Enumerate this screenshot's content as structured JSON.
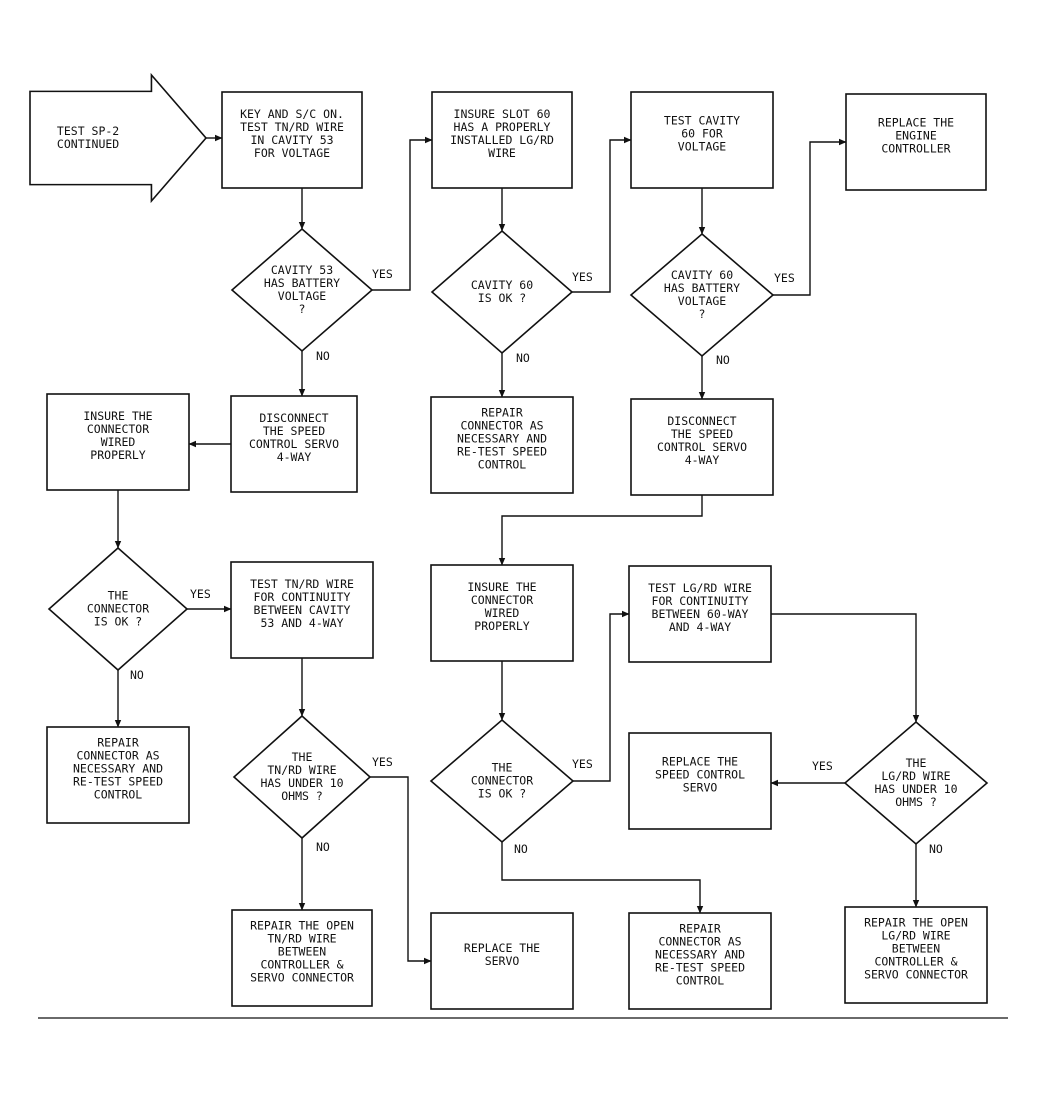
{
  "nodes": {
    "start": {
      "kind": "arrow",
      "text": [
        "TEST SP-2",
        "CONTINUED"
      ]
    },
    "n1": {
      "kind": "process",
      "text": [
        "KEY AND S/C ON.",
        "TEST TN/RD WIRE",
        "IN CAVITY 53",
        "FOR VOLTAGE"
      ]
    },
    "d1": {
      "kind": "decision",
      "text": [
        "CAVITY 53",
        "HAS BATTERY",
        "VOLTAGE",
        "?"
      ]
    },
    "n2": {
      "kind": "process",
      "text": [
        "INSURE SLOT 60",
        "HAS A PROPERLY",
        "INSTALLED LG/RD",
        "WIRE"
      ]
    },
    "d2": {
      "kind": "decision",
      "text": [
        "CAVITY 60",
        "IS OK ?"
      ]
    },
    "n3": {
      "kind": "process",
      "text": [
        "TEST CAVITY",
        "60 FOR",
        "VOLTAGE"
      ]
    },
    "d3": {
      "kind": "decision",
      "text": [
        "CAVITY 60",
        "HAS BATTERY",
        "VOLTAGE",
        "?"
      ]
    },
    "n4": {
      "kind": "process",
      "text": [
        "REPLACE THE",
        "ENGINE",
        "CONTROLLER"
      ]
    },
    "n5": {
      "kind": "process",
      "text": [
        "DISCONNECT",
        "THE SPEED",
        "CONTROL SERVO",
        "4-WAY"
      ]
    },
    "n6": {
      "kind": "process",
      "text": [
        "INSURE THE",
        "CONNECTOR",
        "WIRED",
        "PROPERLY"
      ]
    },
    "n7": {
      "kind": "process",
      "text": [
        "REPAIR",
        "CONNECTOR AS",
        "NECESSARY AND",
        "RE-TEST SPEED",
        "CONTROL"
      ]
    },
    "n8": {
      "kind": "process",
      "text": [
        "DISCONNECT",
        "THE SPEED",
        "CONTROL SERVO",
        "4-WAY"
      ]
    },
    "d4": {
      "kind": "decision",
      "text": [
        "THE",
        "CONNECTOR",
        "IS OK ?"
      ]
    },
    "n9": {
      "kind": "process",
      "text": [
        "TEST TN/RD WIRE",
        "FOR CONTINUITY",
        "BETWEEN CAVITY",
        "53 AND 4-WAY"
      ]
    },
    "n10": {
      "kind": "process",
      "text": [
        "REPAIR",
        "CONNECTOR AS",
        "NECESSARY AND",
        "RE-TEST SPEED",
        "CONTROL"
      ]
    },
    "d5": {
      "kind": "decision",
      "text": [
        "THE",
        "TN/RD WIRE",
        "HAS UNDER 10",
        "OHMS ?"
      ]
    },
    "n11": {
      "kind": "process",
      "text": [
        "REPAIR THE OPEN",
        "TN/RD WIRE",
        "BETWEEN",
        "CONTROLLER &",
        "SERVO CONNECTOR"
      ]
    },
    "n12": {
      "kind": "process",
      "text": [
        "REPLACE THE",
        "SERVO"
      ]
    },
    "n13": {
      "kind": "process",
      "text": [
        "INSURE THE",
        "CONNECTOR",
        "WIRED",
        "PROPERLY"
      ]
    },
    "d6": {
      "kind": "decision",
      "text": [
        "THE",
        "CONNECTOR",
        "IS OK ?"
      ]
    },
    "n14": {
      "kind": "process",
      "text": [
        "TEST LG/RD WIRE",
        "FOR CONTINUITY",
        "BETWEEN 60-WAY",
        "AND 4-WAY"
      ]
    },
    "n15": {
      "kind": "process",
      "text": [
        "REPLACE THE",
        "SPEED CONTROL",
        "SERVO"
      ]
    },
    "d7": {
      "kind": "decision",
      "text": [
        "THE",
        "LG/RD WIRE",
        "HAS UNDER 10",
        "OHMS ?"
      ]
    },
    "n16": {
      "kind": "process",
      "text": [
        "REPAIR",
        "CONNECTOR AS",
        "NECESSARY AND",
        "RE-TEST SPEED",
        "CONTROL"
      ]
    },
    "n17": {
      "kind": "process",
      "text": [
        "REPAIR THE OPEN",
        "LG/RD WIRE",
        "BETWEEN",
        "CONTROLLER &",
        "SERVO CONNECTOR"
      ]
    }
  },
  "edges": [
    {
      "id": "e-start-n1",
      "from": "start",
      "to": "n1",
      "label": ""
    },
    {
      "id": "e-n1-d1",
      "from": "n1",
      "to": "d1",
      "label": ""
    },
    {
      "id": "e-d1-n2",
      "from": "d1",
      "to": "n2",
      "label": "YES"
    },
    {
      "id": "e-d1-n5",
      "from": "d1",
      "to": "n5",
      "label": "NO"
    },
    {
      "id": "e-n2-d2",
      "from": "n2",
      "to": "d2",
      "label": ""
    },
    {
      "id": "e-d2-n3",
      "from": "d2",
      "to": "n3",
      "label": "YES"
    },
    {
      "id": "e-d2-n7",
      "from": "d2",
      "to": "n7",
      "label": "NO"
    },
    {
      "id": "e-n3-d3",
      "from": "n3",
      "to": "d3",
      "label": ""
    },
    {
      "id": "e-d3-n4",
      "from": "d3",
      "to": "n4",
      "label": "YES"
    },
    {
      "id": "e-d3-n8",
      "from": "d3",
      "to": "n8",
      "label": "NO"
    },
    {
      "id": "e-n5-n6",
      "from": "n5",
      "to": "n6",
      "label": ""
    },
    {
      "id": "e-n6-d4",
      "from": "n6",
      "to": "d4",
      "label": ""
    },
    {
      "id": "e-d4-n9",
      "from": "d4",
      "to": "n9",
      "label": "YES"
    },
    {
      "id": "e-d4-n10",
      "from": "d4",
      "to": "n10",
      "label": "NO"
    },
    {
      "id": "e-n9-d5",
      "from": "n9",
      "to": "d5",
      "label": ""
    },
    {
      "id": "e-d5-n12",
      "from": "d5",
      "to": "n12",
      "label": "YES"
    },
    {
      "id": "e-d5-n11",
      "from": "d5",
      "to": "n11",
      "label": "NO"
    },
    {
      "id": "e-n8-n13",
      "from": "n8",
      "to": "n13",
      "label": ""
    },
    {
      "id": "e-n13-d6",
      "from": "n13",
      "to": "d6",
      "label": ""
    },
    {
      "id": "e-d6-n14",
      "from": "d6",
      "to": "n14",
      "label": "YES"
    },
    {
      "id": "e-d6-n16",
      "from": "d6",
      "to": "n16",
      "label": "NO"
    },
    {
      "id": "e-n14-d7",
      "from": "n14",
      "to": "d7",
      "label": ""
    },
    {
      "id": "e-d7-n15",
      "from": "d7",
      "to": "n15",
      "label": "YES"
    },
    {
      "id": "e-d7-n17",
      "from": "d7",
      "to": "n17",
      "label": "NO"
    }
  ]
}
